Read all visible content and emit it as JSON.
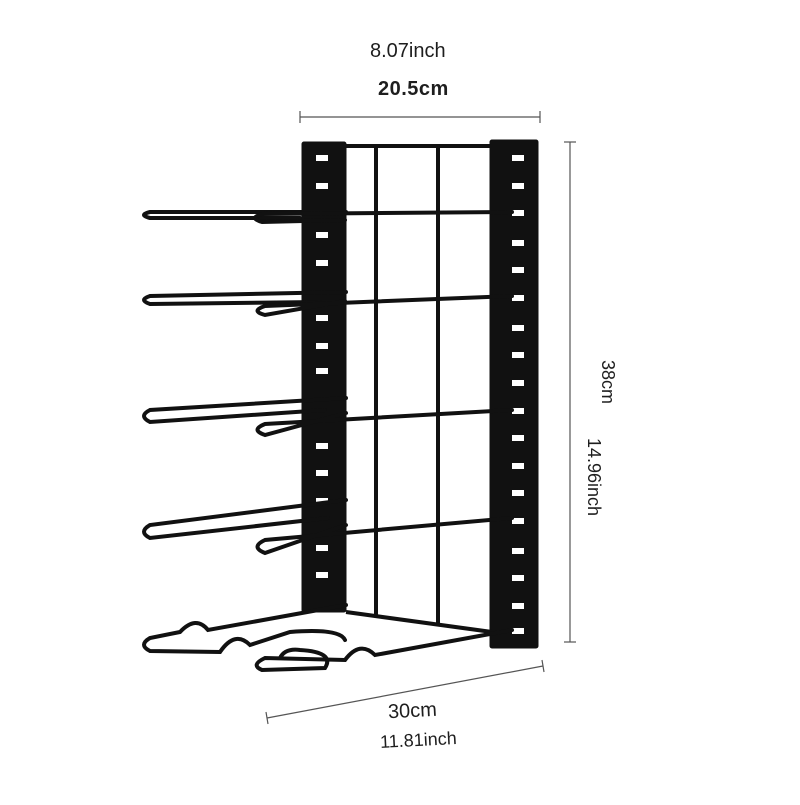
{
  "dimensions": {
    "width_inch": "8.07inch",
    "width_cm": "20.5cm",
    "height_cm": "38cm",
    "height_inch": "14.96inch",
    "depth_cm": "30cm",
    "depth_inch": "11.81inch"
  },
  "colors": {
    "frame": "#111111",
    "dimension_line": "#555555",
    "background": "#ffffff"
  }
}
